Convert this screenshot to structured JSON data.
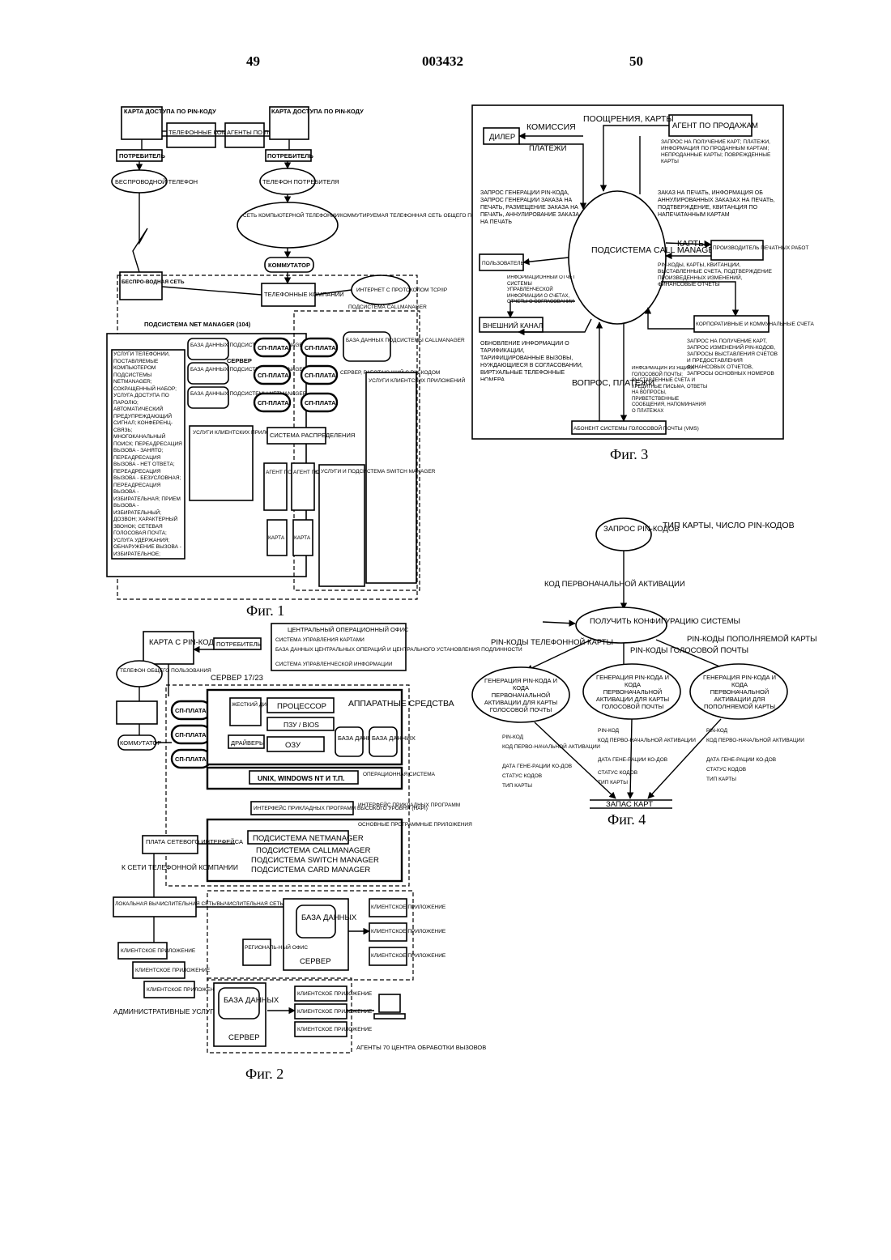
{
  "header": {
    "page_left": "49",
    "doc_number": "003432",
    "page_right": "50"
  },
  "captions": {
    "fig1": "Фиг. 1",
    "fig2": "Фиг. 2",
    "fig3": "Фиг. 3",
    "fig4": "Фиг. 4"
  },
  "fig1": {
    "card_left": "КАРТА ДОСТУПА ПО PIN-КОДУ",
    "card_right": "КАРТА ДОСТУПА ПО PIN-КОДУ",
    "phone_companies": "ТЕЛЕФОННЫЕ КОМПАНИИ",
    "sales_agents": "АГЕНТЫ ПО ПРОДАЖАМ",
    "consumer": "ПОТРЕБИТЕЛЬ",
    "wireless_phone": "БЕСПРОВОДНОЙ ТЕЛЕФОН",
    "consumer_phone": "ТЕЛЕФОН ПОТРЕБИТЕЛЯ",
    "pstn": "СЕТЬ КОМПЬЮТЕРНОЙ ТЕЛЕФОНИИ/КОММУТИРУЕМАЯ ТЕЛЕФОННАЯ СЕТЬ ОБЩЕГО ПОЛЬЗОВАНИЯ",
    "switch": "КОММУТАТОР",
    "internet": "ИНТЕРНЕТ С ПРОТОКОЛОМ TCP/IP",
    "wireless_net": "БЕСПРО-ВОДНАЯ СЕТЬ",
    "net_manager": "ПОДСИСТЕМА NET MANAGER (104)",
    "call_manager_sub": "ПОДСИСТЕМА CALLMANAGER",
    "db_netmanager": "БАЗА ДАННЫХ ПОДСИСТЕМЫ NETMANAGER",
    "db_callmanager": "БАЗА ДАННЫХ ПОДСИСТЕМЫ CALLMANAGER",
    "server": "СЕРВЕР",
    "sp_board": "СП-ПЛАТА",
    "pin_server": "СЕРВЕР, РАБОТАЮ-ЩИЙ С PIN-КОДОМ",
    "client_services": "УСЛУГИ КЛИЕНТСКИХ ПРИЛОЖЕНИЙ",
    "dist_system": "СИСТЕМА РАСПРЕДЕЛЕНИЯ",
    "agent": "АГЕНТ ПО ПРОДА-ЖАМ",
    "card": "КАРТА",
    "switch_manager": "УСЛУГИ И ПОДСИСТЕМА SWITCH MANAGER",
    "services_list": "УСЛУГИ ТЕЛЕФОНИИ, ПОСТАВЛЯЕМЫЕ КОМПЬЮТЕРОМ ПОДСИСТЕМЫ NETMANAGER; СОКРАЩЕННЫЙ НАБОР; УСЛУГА ДОСТУПА ПО ПАРОЛЮ; АВТОМАТИЧЕСКИЙ ПРЕДУПРЕЖДАЮЩИЙ СИГНАЛ; КОНФЕРЕНЦ-СВЯЗЬ; МНОГОКАНАЛЬНЫЙ ПОИСК; ПЕРЕАДРЕСАЦИЯ ВЫЗОВА - ЗАНЯТО; ПЕРЕАДРЕСАЦИЯ ВЫЗОВА - НЕТ ОТВЕТА; ПЕРЕАДРЕСАЦИЯ ВЫЗОВА - БЕЗУСЛОВНАЯ; ПЕРЕАДРЕСАЦИЯ ВЫЗОВА - ИЗБИРАТЕЛЬНАЯ; ПРИЕМ ВЫЗОВА - ИЗБИРАТЕЛЬНЫЙ; ДОЗВОН; ХАРАКТЕРНЫЙ ЗВОНОК; СЕТЕВАЯ ГОЛОСОВАЯ ПОЧТА; УСЛУГА УДЕРЖАНИЯ; ОБНАРУЖЕНИЕ ВЫЗОВА - ИЗБИРАТЕЛЬНОЕ; КОНСЕРВАЦИЯ ВЫЗОВА"
  },
  "fig2": {
    "card": "КАРТА С PIN-КОДОМ",
    "consumer": "ПОТРЕБИТЕЛЬ",
    "central_office": "ЦЕНТРАЛЬНЫЙ ОПЕРАЦИОННЫЙ ОФИС",
    "co_items": [
      "СИСТЕМА УПРАВЛЕНИЯ КАРТАМИ",
      "БАЗА ДАННЫХ ЦЕНТРАЛЬНЫХ ОПЕРАЦИЙ И ЦЕНТРАЛЬНОГО УСТАНОВЛЕНИЯ ПОДЛИННОСТИ",
      "СИСТЕМА УПРАВЛЕНЧЕСКОЙ ИНФОРМАЦИИ"
    ],
    "public_phone": "ТЕЛЕФОН ОБЩЕГО ПОЛЬЗОВАНИЯ",
    "server": "СЕРВЕР 17/23",
    "sp_board": "СП-ПЛАТА",
    "hdd": "ЖЕСТКИЙ ДИСК, СРЕДА ХРАНЕНИЯ",
    "processor": "ПРОЦЕССОР",
    "hardware": "АППАРАТНЫЕ СРЕДСТВА",
    "rom": "ПЗУ / BIOS",
    "drivers": "ДРАЙВЕРЫ",
    "ram": "ОЗУ",
    "db": "БАЗА ДАННЫХ",
    "switch": "КОММУТАТОР",
    "os": "UNIX, WINDOWS NT И Т.П.",
    "os_label": "ОПЕРАЦИОННАЯ СИСТЕМА",
    "hapi": "ИНТЕРФЕЙС ПРИКЛАДНЫХ ПРОГРАММ ВЫСОКОГО УРОВНЯ (HAPI)",
    "hapi_label": "ИНТЕРФЕЙС ПРИКЛАДНЫХ ПРОГРАММ",
    "main_apps": "ОСНОВНЫЕ ПРОГРАММНЫЕ ПРИЛОЖЕНИЯ",
    "netmanager": "ПОДСИСТЕМА NETMANAGER",
    "callmanager": "ПОДСИСТЕМА CALLMANAGER",
    "switchmanager": "ПОДСИСТЕМА SWITCH MANAGER",
    "cardmanager": "ПОДСИСТЕМА CARD MANAGER",
    "nic": "ПЛАТА СЕТЕВОГО ИНТЕРФЕЙСА",
    "to_telco": "К СЕТИ ТЕЛЕФОННОЙ КОМПАНИИ",
    "lan": "ЛОКАЛЬНАЯ ВЫЧИСЛИТЕЛЬНАЯ СЕТЬ/ВЫЧИСЛИТЕЛЬНАЯ СЕТЬ ШИРОКОГО ОХВАТА",
    "client_app": "КЛИЕНТСКОЕ ПРИЛОЖЕНИЕ",
    "regional": "РЕГИОНАЛЬ-НЫЙ ОФИС",
    "admin": "АДМИНИСТРАТИВНЫЕ УСЛУГИ",
    "agents": "АГЕНТЫ 70 ЦЕНТРА ОБРАБОТКИ ВЫЗОВОВ",
    "server2": "СЕРВЕР"
  },
  "fig3": {
    "center": "ПОДСИСТЕМА CALL MANAGER",
    "dealer": "ДИЛЕР",
    "agent": "АГЕНТ ПО ПРОДАЖАМ",
    "user": "ПОЛЬЗОВАТЕЛЬ",
    "external": "ВНЕШНИЙ КАНАЛ",
    "printer": "ПРОИЗВОДИТЕЛЬ ПЕЧАТНЫХ РАБОТ",
    "corporate": "КОРПОРАТИВНЫЕ И КОММУНАЛЬНЫЕ СЧЕТА",
    "vms": "АБОНЕНТ СИСТЕМЫ ГОЛОСОВОЙ ПОЧТЫ (VMS)",
    "commission": "КОМИССИЯ",
    "payments": "ПЛАТЕЖИ",
    "rewards": "ПООЩРЕНИЯ, КАРТЫ",
    "cards": "КАРТЫ",
    "question": "ВОПРОС, ПЛАТЕЖИ",
    "agent_req": "ЗАПРОС НА ПОЛУЧЕНИЕ КАРТ; ПЛАТЕЖИ, ИНФОРМАЦИЯ ПО ПРОДАННЫМ КАРТАМ; НЕПРОДАННЫЕ КАРТЫ; ПОВРЕЖДЕННЫЕ КАРТЫ",
    "pin_req": "ЗАПРОС ГЕНЕРАЦИИ PIN-КОДА, ЗАПРОС ГЕНЕРАЦИИ ЗАКАЗА НА ПЕЧАТЬ, РАЗМЕЩЕНИЕ ЗАКАЗА НА ПЕЧАТЬ, АННУЛИРОВАНИЕ ЗАКАЗА НА ПЕЧАТЬ",
    "print_order": "ЗАКАЗ НА ПЕЧАТЬ, ИНФОРМАЦИЯ ОБ АННУЛИРОВАННЫХ ЗАКАЗАХ НА ПЕЧАТЬ, ПОДТВЕРЖДЕНИЕ, КВИТАНЦИЯ ПО НАПЕЧАТАННЫМ КАРТАМ",
    "printer_out": "PIN-КОДЫ, КАРТЫ, КВИТАНЦИИ, ВЫСТАВЛЕННЫЕ СЧЕТА, ПОДТВЕРЖДЕНИЕ ПРОИЗВЕДЕННЫХ ИЗМЕНЕНИЙ, ФИНАНСОВЫЕ ОТЧЕТЫ",
    "info_report": "ИНФОРМАЦИОННЫЙ ОТЧЕТ СИСТЕМЫ УПРАВЛЕНЧЕСКОЙ ИНФОРМАЦИИ О СЧЕТАХ, ОТЧЕТЫ О СОГЛАСОВАНИИ",
    "update_info": "ОБНОВЛЕНИЕ ИНФОРМАЦИИ О ТАРИФИКАЦИИ, ТАРИФИЦИРОВАННЫЕ ВЫЗОВЫ, НУЖДАЮЩИЕСЯ В СОГЛАСОВАНИИ, ВИРТУАЛЬНЫЕ ТЕЛЕФОННЫЕ НОМЕРА",
    "vms_info": "ИНФОРМАЦИЯ ИЗ ЯЩИКА ГОЛОСОВОЙ ПОЧТЫ; ВЫСТАВЛЕННЫЕ СЧЕТА И КРЕДИТНЫЕ ПИСЬМА, ОТВЕТЫ НА ВОПРОСЫ, ПРИВЕТСТВЕННЫЕ СООБЩЕНИЯ, НАПОМИНАНИЯ О ПЛАТЕЖАХ",
    "corp_req": "ЗАПРОС НА ПОЛУЧЕНИЕ КАРТ, ЗАПРОС ИЗМЕНЕНИЙ PIN-КОДОВ, ЗАПРОСЫ ВЫСТАВЛЕНИЯ СЧЕТОВ И ПРЕДОСТАВЛЕНИЯ ФИНАНСОВЫХ ОТЧЕТОВ, ЗАПРОСЫ ОСНОВНЫХ НОМЕРОВ"
  },
  "fig4": {
    "request": "ЗАПРОС PIN-КОДОВ",
    "card_type": "ТИП КАРТЫ, ЧИСЛО PIN-КОДОВ",
    "activation": "КОД ПЕРВОНАЧАЛЬНОЙ АКТИВАЦИИ",
    "get_config": "ПОЛУЧИТЬ КОНФИГУРАЦИЮ СИСТЕМЫ",
    "branch1": "PIN-КОДЫ ТЕЛЕФОННОЙ КАРТЫ",
    "branch2": "PIN-КОДЫ ГОЛОСОВОЙ ПОЧТЫ",
    "branch3": "PIN-КОДЫ ПОПОЛНЯЕМОЙ КАРТЫ",
    "gen1": "ГЕНЕРАЦИЯ PIN-КОДА И КОДА ПЕРВОНАЧАЛЬНОЙ АКТИВАЦИИ ДЛЯ КАРТЫ ГОЛОСОВОЙ ПОЧТЫ",
    "gen2": "ГЕНЕРАЦИЯ PIN-КОДА И КОДА ПЕРВОНАЧАЛЬНОЙ АКТИВАЦИИ ДЛЯ КАРТЫ ГОЛОСОВОЙ ПОЧТЫ",
    "gen3": "ГЕНЕРАЦИЯ PIN-КОДА И КОДА ПЕРВОНАЧАЛЬНОЙ АКТИВАЦИИ ДЛЯ ПОПОЛНЯЕМОЙ КАРТЫ",
    "fields": [
      "PIN-КОД",
      "КОД ПЕРВО-НАЧАЛЬНОЙ АКТИВАЦИИ",
      "ДАТА ГЕНЕ-РАЦИИ КО-ДОВ",
      "СТАТУС КОДОВ",
      "ТИП КАРТЫ"
    ],
    "stock": "ЗАПАС КАРТ"
  }
}
